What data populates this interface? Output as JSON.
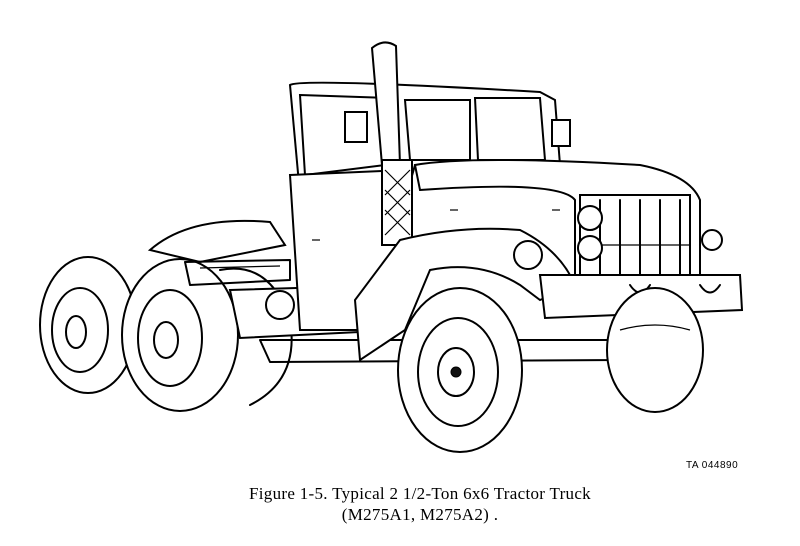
{
  "figure": {
    "ta_code": "TA 044890",
    "caption_line1": "Figure 1-5. Typical 2 1/2-Ton 6x6 Tractor  Truck",
    "caption_line2": "(M275A1, M275A2) ."
  }
}
